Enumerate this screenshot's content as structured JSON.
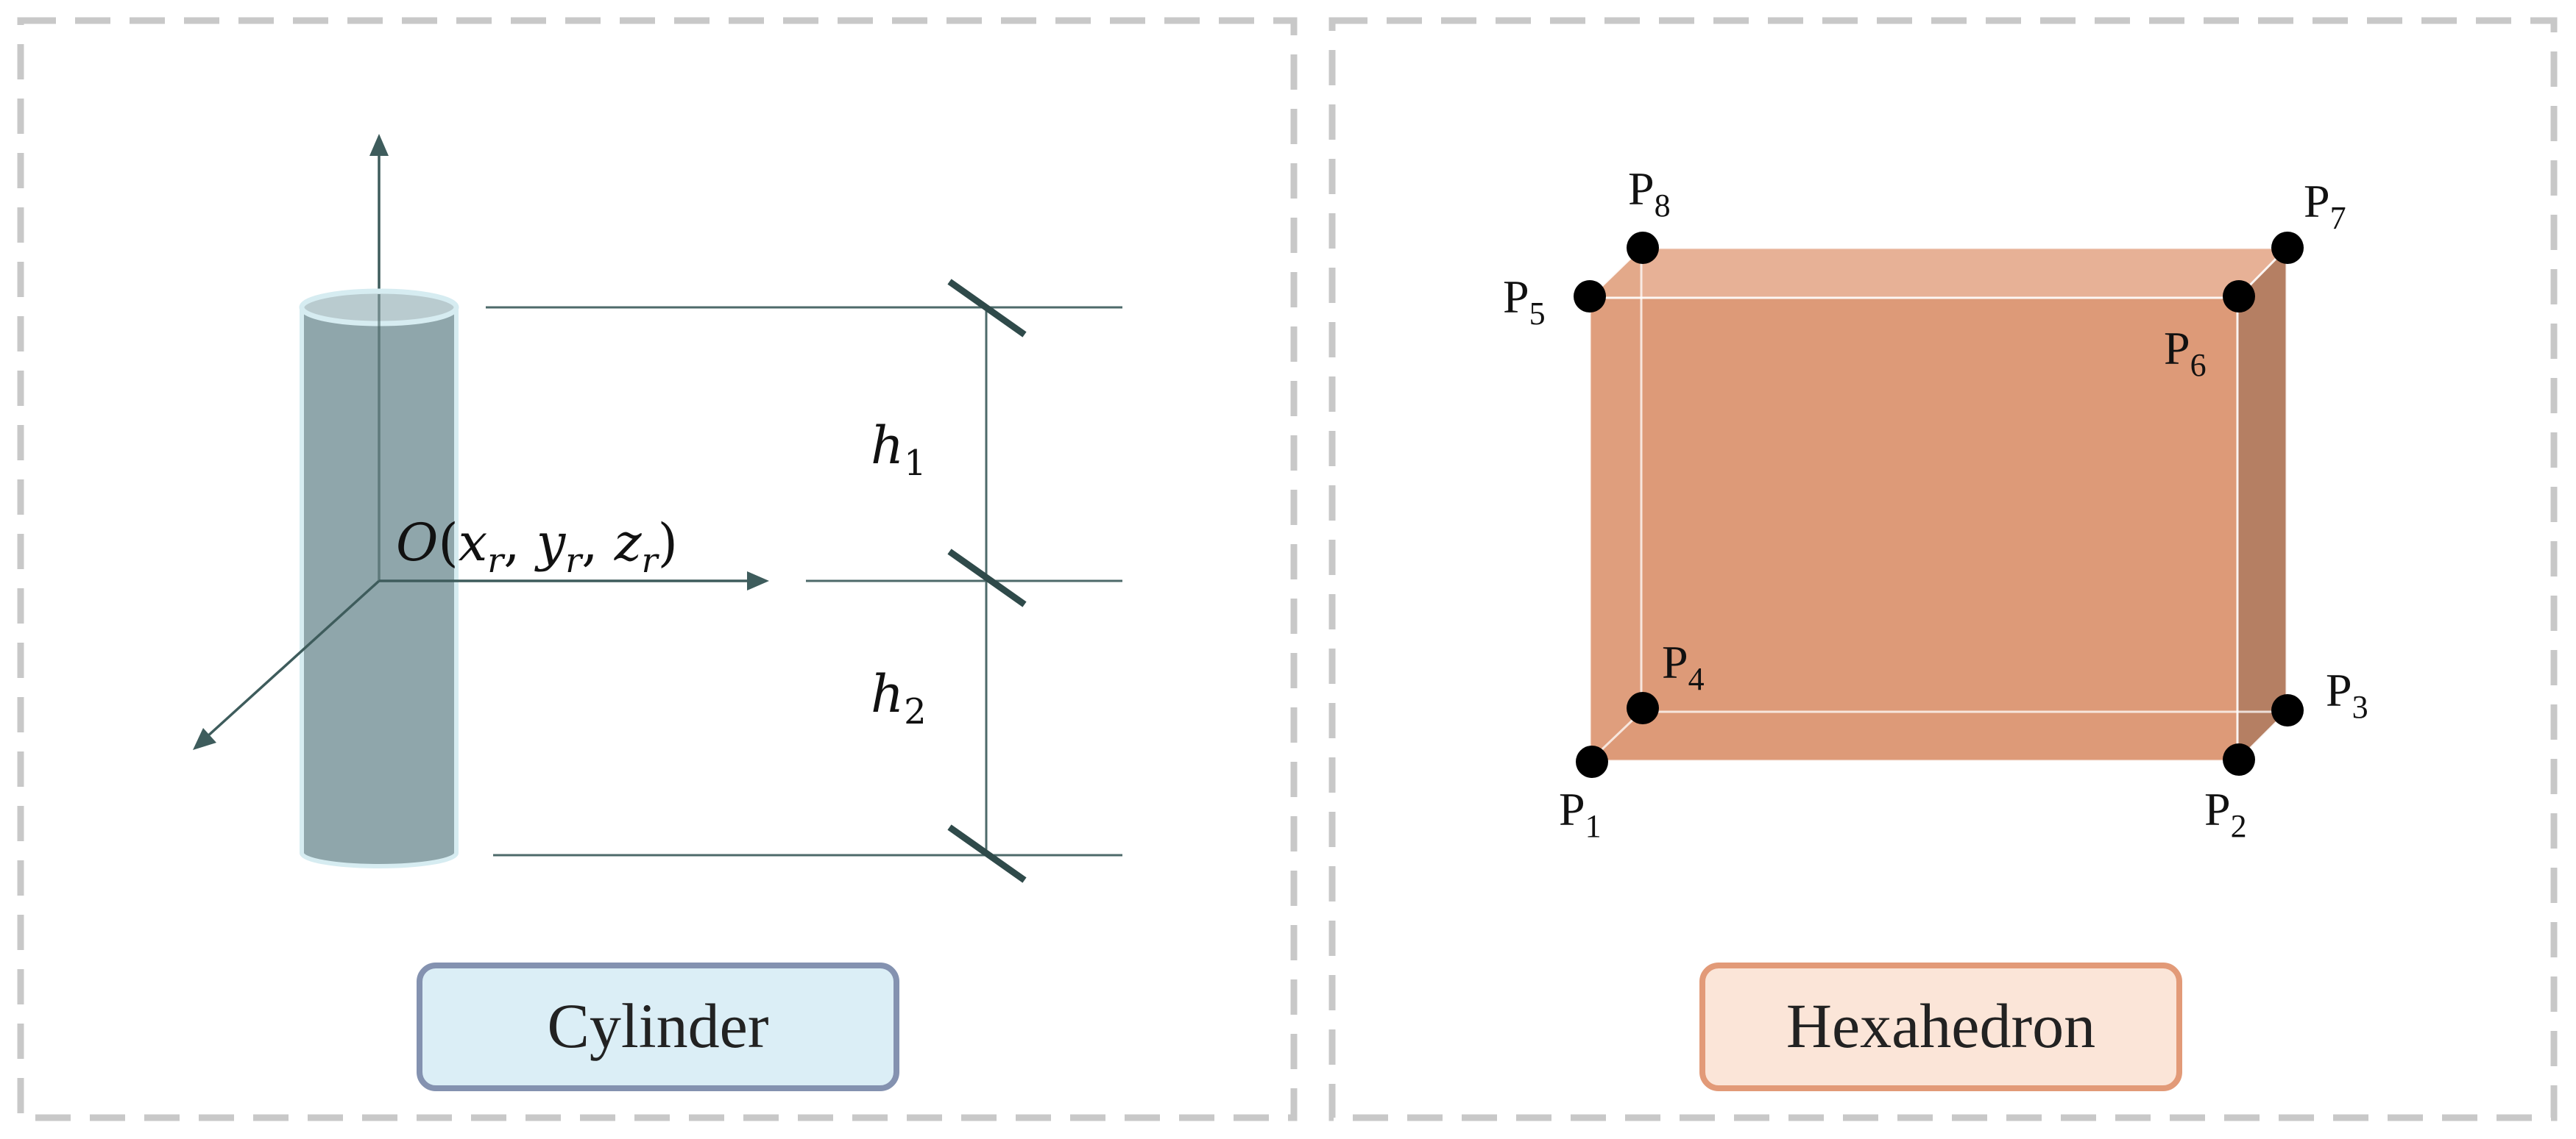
{
  "cylinder_panel": {
    "origin_label": "O(x_r, y_r, z_r)",
    "origin": {
      "O": "O",
      "open": "(",
      "x": "x",
      "x_sub": "r",
      "y": "y",
      "y_sub": "r",
      "z": "z",
      "z_sub": "r",
      "close": ")"
    },
    "h1": {
      "base": "h",
      "sub": "1"
    },
    "h2": {
      "base": "h",
      "sub": "2"
    },
    "caption": "Cylinder",
    "colors": {
      "cylinder_body": "#8fa6ab",
      "cylinder_rim": "#d6ecf1",
      "caption_fill": "#dbeef6",
      "caption_border": "#8492b0"
    }
  },
  "hexahedron_panel": {
    "points": [
      {
        "base": "P",
        "sub": "1"
      },
      {
        "base": "P",
        "sub": "2"
      },
      {
        "base": "P",
        "sub": "3"
      },
      {
        "base": "P",
        "sub": "4"
      },
      {
        "base": "P",
        "sub": "5"
      },
      {
        "base": "P",
        "sub": "6"
      },
      {
        "base": "P",
        "sub": "7"
      },
      {
        "base": "P",
        "sub": "8"
      }
    ],
    "caption": "Hexahedron",
    "colors": {
      "front_face": "#dd9a78",
      "top_face": "#e7b196",
      "right_face": "#b57f63",
      "caption_fill": "#fbe5d8",
      "caption_border": "#e29a78"
    }
  },
  "frame_color": "#c8c8c8"
}
